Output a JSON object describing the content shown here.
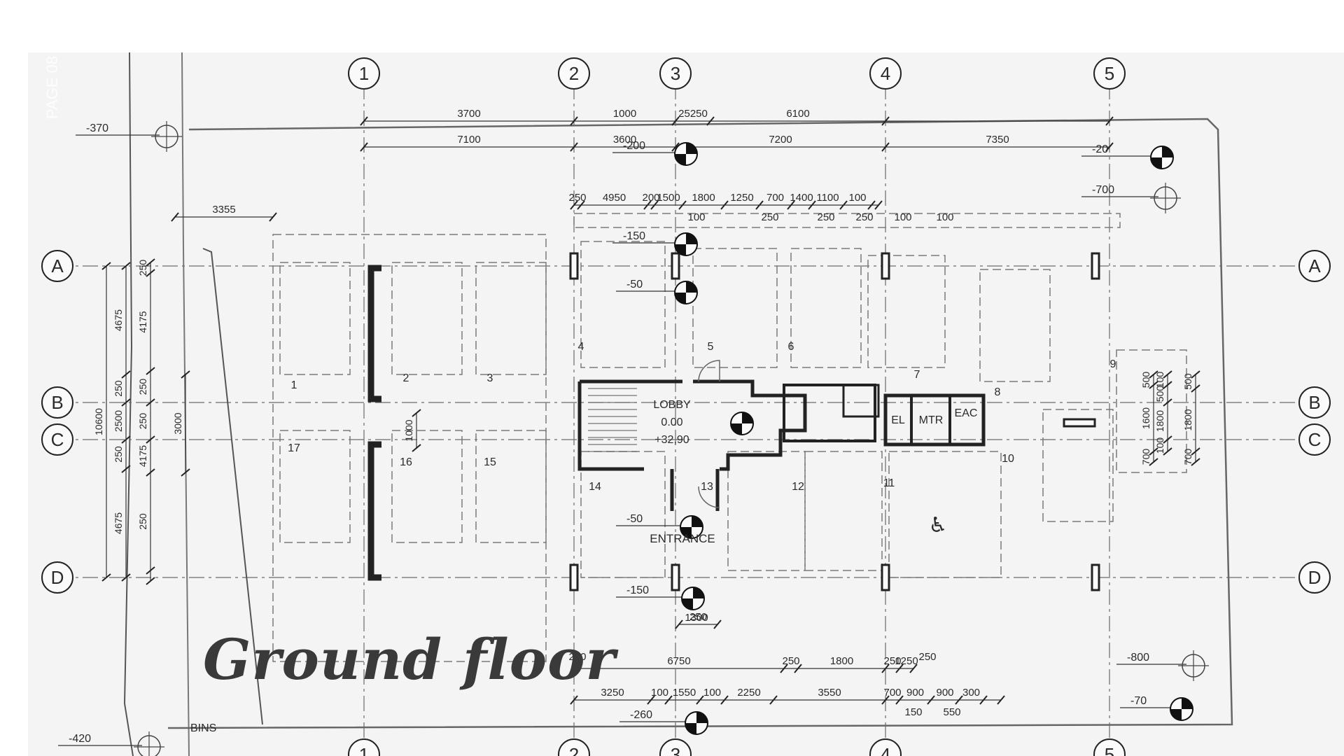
{
  "title": "Ground floor",
  "watermark": "PAGE 08",
  "grid_columns": [
    "1",
    "2",
    "3",
    "4",
    "5"
  ],
  "grid_rows": [
    "A",
    "B",
    "C",
    "D"
  ],
  "top_dims_row1": [
    "3700",
    "1000",
    "25250",
    "6100"
  ],
  "top_dims_row2": [
    "7100",
    "3600",
    "7200",
    "7350"
  ],
  "inner_dims_top": [
    "250",
    "4950",
    "200",
    "1500",
    "1800",
    "1250",
    "700",
    "1400",
    "1100",
    "100"
  ],
  "inner_dims_top_sub": [
    "100",
    "250",
    "250",
    "250",
    "100",
    "100"
  ],
  "side_dims_left_outer": [
    "10600"
  ],
  "side_dims_left_mid": [
    "4675",
    "250",
    "2500",
    "250",
    "4675"
  ],
  "side_dims_left_inner": [
    "250",
    "4175",
    "250",
    "250",
    "4175",
    "250"
  ],
  "side_dim_3000": "3000",
  "side_dim_1000": "1000",
  "dim_3355": "3355",
  "right_dims_a": [
    "500",
    "1600",
    "700"
  ],
  "right_dims_b": [
    "100",
    "500",
    "1800",
    "100",
    "700"
  ],
  "bottom_dims_row1": [
    "250",
    "1300"
  ],
  "bottom_dims_row2": [
    "250",
    "6750",
    "250",
    "1800",
    "250",
    "1250",
    "250"
  ],
  "bottom_dims_row3": [
    "3250",
    "100",
    "1550",
    "100",
    "2250",
    "3550",
    "700",
    "900",
    "900",
    "300"
  ],
  "bottom_dims_row3_sub": [
    "150",
    "550"
  ],
  "levels": [
    "-370",
    "-200",
    "-20",
    "-700",
    "-150",
    "-50",
    "-50",
    "-150",
    "-800",
    "-260",
    "-70",
    "-420"
  ],
  "rooms": [
    "1",
    "2",
    "3",
    "4",
    "5",
    "6",
    "7",
    "8",
    "9",
    "10",
    "11",
    "12",
    "13",
    "14",
    "15",
    "16",
    "17"
  ],
  "labels": {
    "lobby": "LOBBY",
    "lobby_level": "0.00",
    "lobby_abs": "+32,90",
    "entrance": "ENTRANCE",
    "el": "EL",
    "mtr": "MTR",
    "eac": "EAC",
    "bins": "BINS"
  },
  "colors": {
    "paper": "#f4f4f4",
    "line": "#2a2a2a",
    "dash": "#7a7a7a",
    "wall": "#222222"
  }
}
